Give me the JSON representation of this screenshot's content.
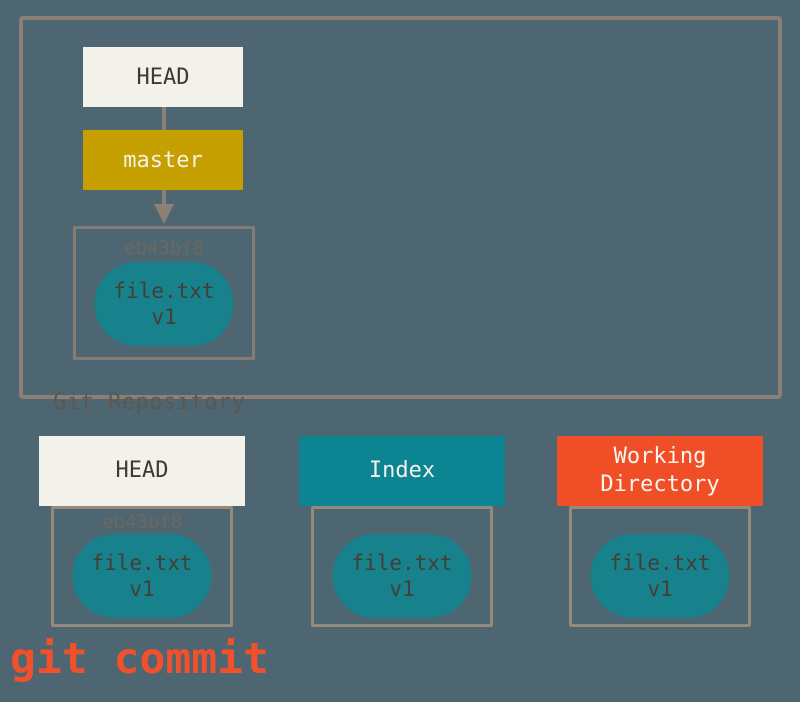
{
  "colors": {
    "background": "#4d6671",
    "repo_border": "#8a8076",
    "container_border": "#95897b",
    "cream": "#f2f1ea",
    "cream_text": "#3e3933",
    "gold": "#c5a000",
    "teal_header": "#0d8492",
    "teal_blob": "#17818c",
    "blob_text": "#453e37",
    "red": "#f04e27",
    "command_text": "#f1502c",
    "hash_text": "#6d6760",
    "repo_label_text": "#5d574f"
  },
  "repository": {
    "label": "Git Repository",
    "head_ref": "HEAD",
    "branch_ref": "master",
    "commit": {
      "hash": "eb43bf8",
      "blob_line1": "file.txt",
      "blob_line2": "v1"
    }
  },
  "areas": [
    {
      "title": "HEAD",
      "hash": "eb43bf8",
      "blob_line1": "file.txt",
      "blob_line2": "v1"
    },
    {
      "title": "Index",
      "blob_line1": "file.txt",
      "blob_line2": "v1"
    },
    {
      "title": "Working Directory",
      "blob_line1": "file.txt",
      "blob_line2": "v1"
    }
  ],
  "command": "git commit"
}
